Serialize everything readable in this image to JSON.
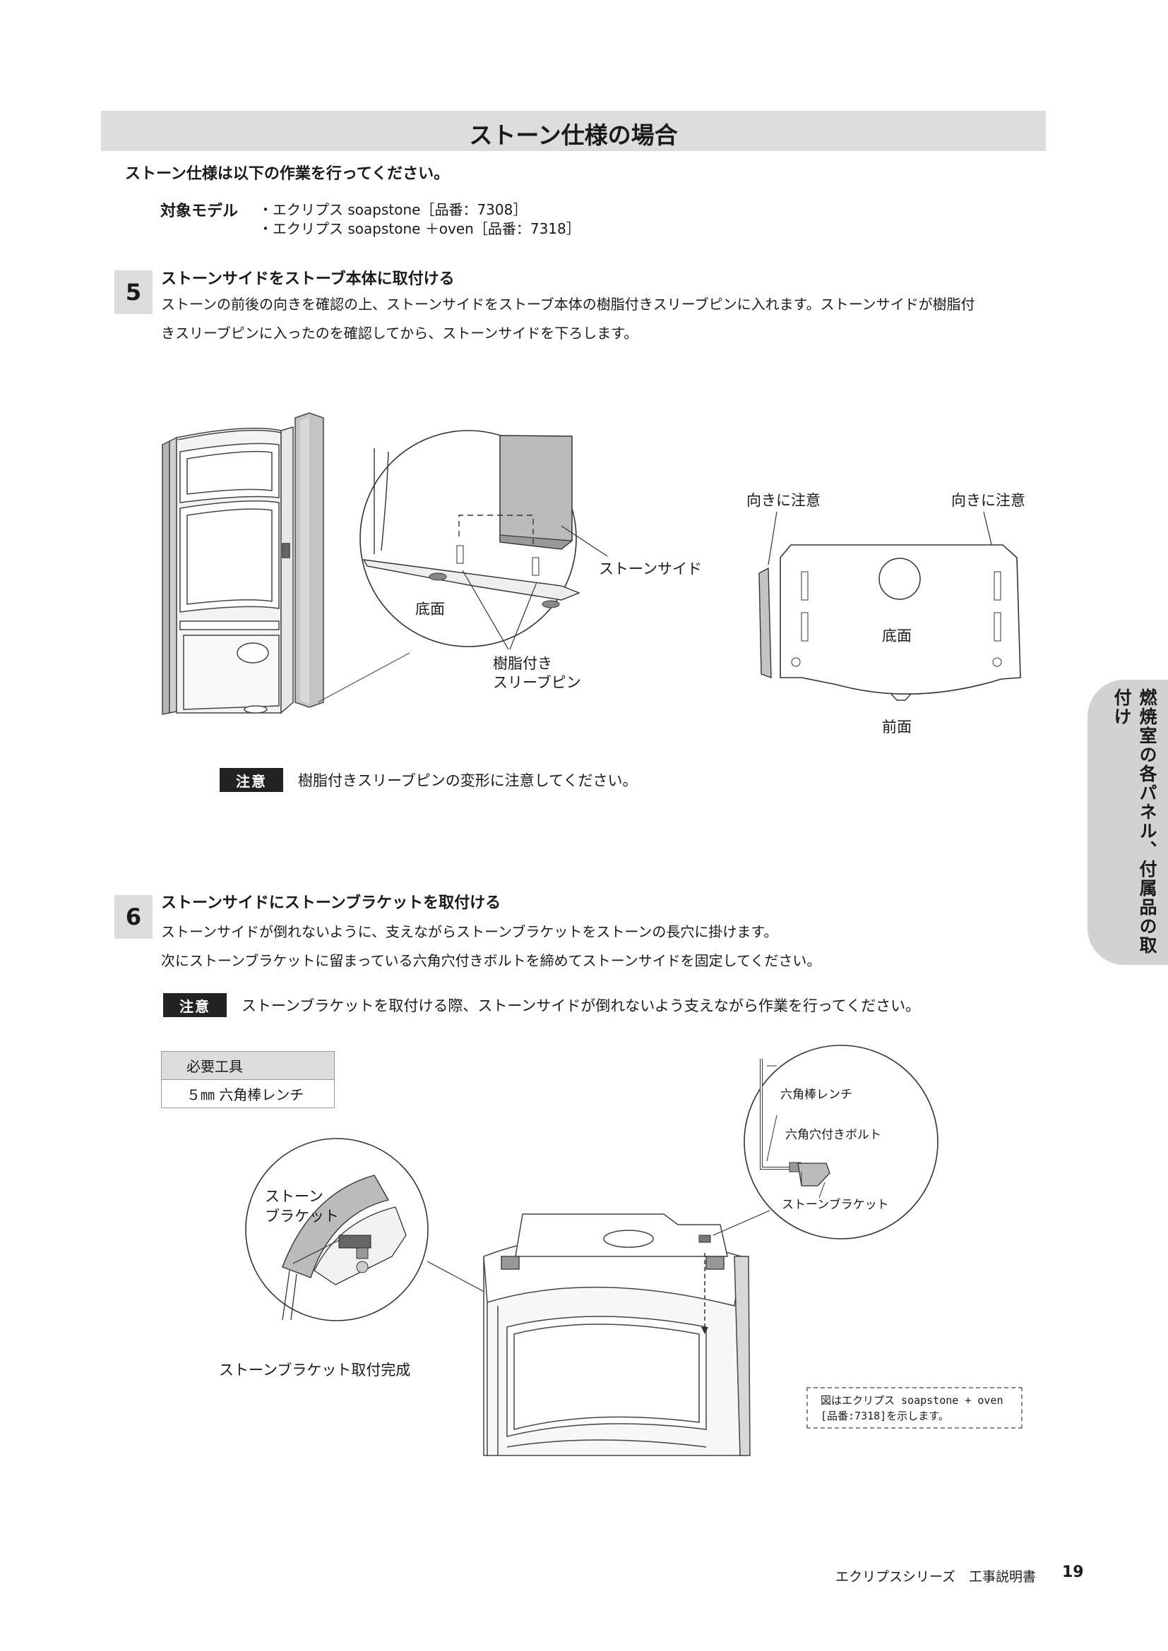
{
  "header": {
    "title": "ストーン仕様の場合"
  },
  "intro": "ストーン仕様は以下の作業を行ってください。",
  "models": {
    "label": "対象モデル",
    "items": [
      "・エクリプス soapstone［品番：7308］",
      "・エクリプス soapstone ＋oven［品番：7318］"
    ]
  },
  "step5": {
    "number": "5",
    "title": "ストーンサイドをストーブ本体に取付ける",
    "body_line1": "ストーンの前後の向きを確認の上、ストーンサイドをストーブ本体の樹脂付きスリーブピンに入れます。ストーンサイドが樹脂付",
    "body_line2": "きスリーブピンに入ったのを確認してから、ストーンサイドを下ろします。",
    "figure": {
      "label_stone_side": "ストーンサイド",
      "label_bottom": "底面",
      "label_pin_line1": "樹脂付き",
      "label_pin_line2": "スリーブピン",
      "label_direction_left": "向きに注意",
      "label_direction_right": "向きに注意",
      "label_bottom_view": "底面",
      "label_front": "前面"
    },
    "caution_badge": "注意",
    "caution_text": "樹脂付きスリーブピンの変形に注意してください。"
  },
  "step6": {
    "number": "6",
    "title": "ストーンサイドにストーンブラケットを取付ける",
    "body_line1": "ストーンサイドが倒れないように、支えながらストーンブラケットをストーンの長穴に掛けます。",
    "body_line2": "次にストーンブラケットに留まっている六角穴付きボルトを締めてストーンサイドを固定してください。",
    "caution_badge": "注意",
    "caution_text": "ストーンブラケットを取付ける際、ストーンサイドが倒れないよう支えながら作業を行ってください。",
    "tools": {
      "header": "必要工具",
      "item": "５㎜ 六角棒レンチ"
    },
    "figure": {
      "label_bracket_line1": "ストーン",
      "label_bracket_line2": "ブラケット",
      "label_complete": "ストーンブラケット取付完成",
      "label_hex_wrench": "六角棒レンチ",
      "label_hex_bolt": "六角穴付きボルト",
      "label_stone_bracket": "ストーンブラケット"
    },
    "note_line1": "図はエクリプス soapstone + oven",
    "note_line2": "[品番:7318]を示します。"
  },
  "side_tab": "燃焼室の各パネル、付属品の取付け",
  "footer": {
    "text": "エクリプスシリーズ　工事説明書",
    "page": "19"
  }
}
